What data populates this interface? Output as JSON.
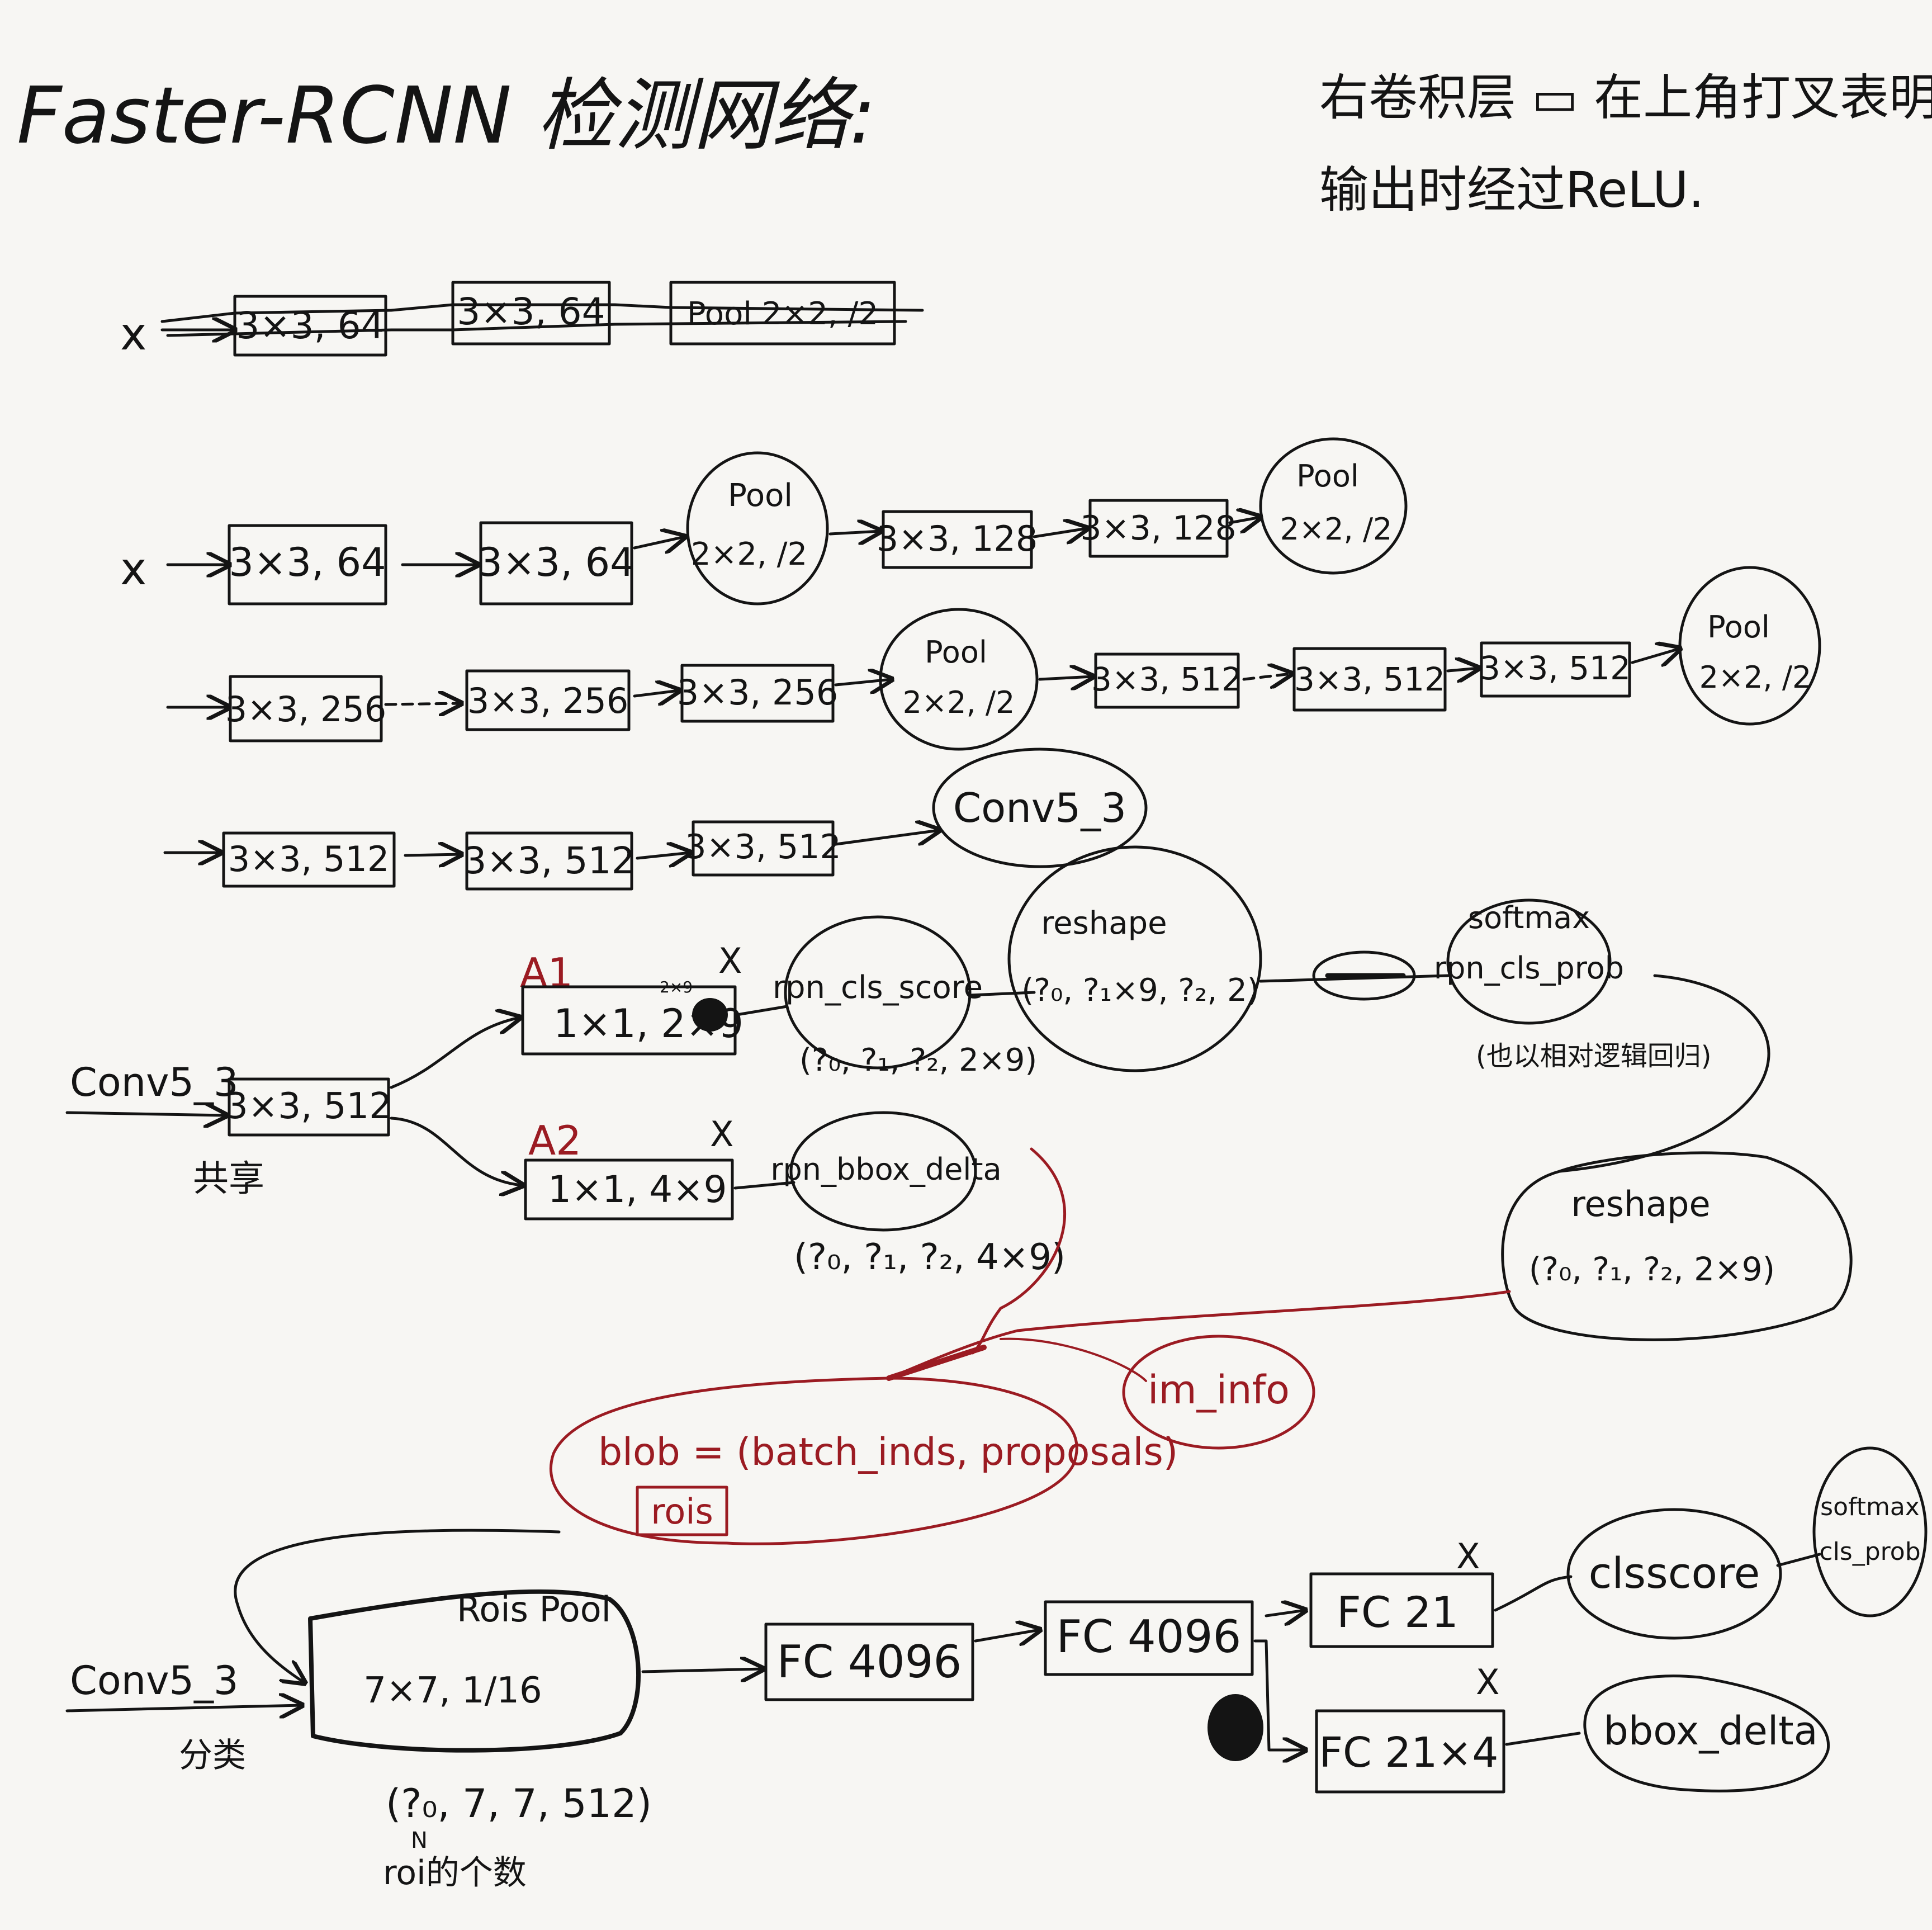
{
  "title": "Faster-RCNN 检测网络:",
  "note": {
    "line1": "右卷积层 ▭ 在上角打叉表明",
    "line2": "输出时经过ReLU."
  },
  "row0": {
    "input": "x",
    "conv1": "3×3, 64",
    "conv2": "3×3, 64",
    "pool": "Pool 2×2, /2"
  },
  "row1": {
    "input": "x",
    "conv1": "3×3, 64",
    "conv2": "3×3, 64",
    "pool1_a": "Pool",
    "pool1_b": "2×2, /2",
    "conv3": "3×3, 128",
    "conv4": "3×3, 128",
    "pool2_a": "Pool",
    "pool2_b": "2×2, /2"
  },
  "row2": {
    "conv1": "3×3, 256",
    "conv2": "3×3, 256",
    "conv3": "3×3, 256",
    "pool1_a": "Pool",
    "pool1_b": "2×2, /2",
    "conv4": "3×3, 512",
    "conv5": "3×3, 512",
    "conv6": "3×3, 512",
    "pool2_a": "Pool",
    "pool2_b": "2×2, /2"
  },
  "row3": {
    "conv1": "3×3, 512",
    "conv2": "3×3, 512",
    "conv3": "3×3, 512",
    "output": "Conv5_3"
  },
  "rpn": {
    "input": "Conv5_3",
    "conv": "3×3, 512",
    "input_note": "共享",
    "a1_label": "A1",
    "a1_box": "1×1, 2×9",
    "a1_small": "2×9",
    "a1_cross": "X",
    "cls_score": "rpn_cls_score",
    "cls_score_shape": "(?₀, ?₁, ?₂, 2×9)",
    "reshape1": "reshape",
    "reshape1_shape": "(?₀, ?₁×9, ?₂, 2)",
    "softmax": "softmax",
    "cls_prob": "rpn_cls_prob",
    "softmax_note": "(也以相对逻辑回归)",
    "reshape2": "reshape",
    "reshape2_shape": "(?₀, ?₁, ?₂, 2×9)",
    "a2_label": "A2",
    "a2_box": "1×1,  4×9",
    "a2_cross": "X",
    "bbox_delta": "rpn_bbox_delta",
    "bbox_delta_shape": "(?₀, ?₁, ?₂, 4×9)",
    "im_info": "im_info",
    "blob": "blob = (batch_inds, proposals)",
    "rois": "rois"
  },
  "head": {
    "input": "Conv5_3",
    "input_note": "分类",
    "roipool_title": "Rois Pool",
    "roipool_params": "7×7,  1/16",
    "roipool_shape": "(?₀, 7, 7, 512)",
    "roipool_n": "N",
    "roipool_note": "roi的个数",
    "fc1": "FC 4096",
    "fc2": "FC 4096",
    "fc_cls": "FC 21",
    "fc_cls_cross": "X",
    "fc_bbox": "FC 21×4",
    "fc_bbox_cross": "X",
    "cls_score": "clsscore",
    "softmax": "softmax",
    "cls_prob": "cls_prob",
    "bbox_delta": "bbox_delta"
  },
  "colors": {
    "ink": "#141414",
    "red": "#9b1b22",
    "paper": "#f7f6f3"
  }
}
